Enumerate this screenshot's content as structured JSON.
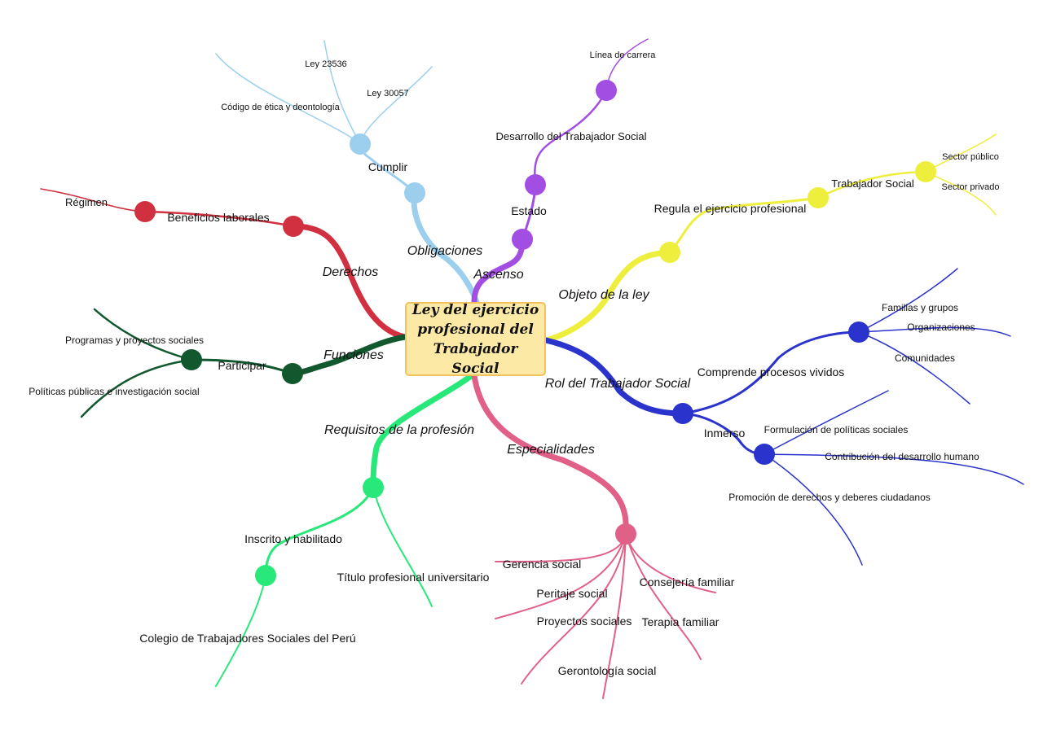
{
  "center": {
    "title": "Ley del ejercicio profesional del Trabajador Social"
  },
  "colors": {
    "derechos": "#d03040",
    "obligaciones": "#9ccfee",
    "ascenso": "#a24ee3",
    "objeto": "#eeee3c",
    "rol": "#2a33cc",
    "funciones": "#11582f",
    "requisitos": "#28e87a",
    "especialidades": "#e06088",
    "center_fill": "#fde9a6",
    "center_border": "#f2c25f"
  },
  "branches": {
    "derechos": {
      "label": "Derechos",
      "beneficios": "Beneficios laborales",
      "regimen": "Régimen"
    },
    "obligaciones": {
      "label": "Obligaciones",
      "cumplir": "Cumplir",
      "ley23536": "Ley 23536",
      "ley30057": "Ley 30057",
      "codigo": "Código de ética y deontología"
    },
    "ascenso": {
      "label": "Ascenso",
      "estado": "Estado",
      "desarrollo": "Desarrollo del Trabajador Social",
      "linea": "Línea de carrera"
    },
    "objeto": {
      "label": "Objeto de la ley",
      "regula": "Regula el ejercicio profesional",
      "trabajador": "Trabajador Social",
      "publico": "Sector público",
      "privado": "Sector privado"
    },
    "rol": {
      "label": "Rol del Trabajador Social",
      "comprende": "Comprende procesos vividos",
      "familias": "Familias y grupos",
      "organizaciones": "Organizaciones",
      "comunidades": "Comunidades",
      "inmerso": "Inmerso",
      "formulacion": "Formulación de políticas sociales",
      "contribucion": "Contribución del desarrollo humano",
      "promocion": "Promoción de derechos y deberes ciudadanos"
    },
    "funciones": {
      "label": "Funciones",
      "participar": "Participar",
      "programas": "Programas y proyectos sociales",
      "politicas": "Políticas públicas e investigación social"
    },
    "requisitos": {
      "label": "Requisitos de la profesión",
      "inscrito": "Inscrito y habilitado",
      "colegio": "Colegio de Trabajadores Sociales del Perú",
      "titulo": "Título profesional universitario"
    },
    "especialidades": {
      "label": "Especialidades",
      "gerencia": "Gerencia social",
      "consejeria": "Consejería familiar",
      "peritaje": "Peritaje social",
      "proyectos": "Proyectos sociales",
      "terapia": "Terapia familiar",
      "gerontologia": "Gerontología social"
    }
  }
}
